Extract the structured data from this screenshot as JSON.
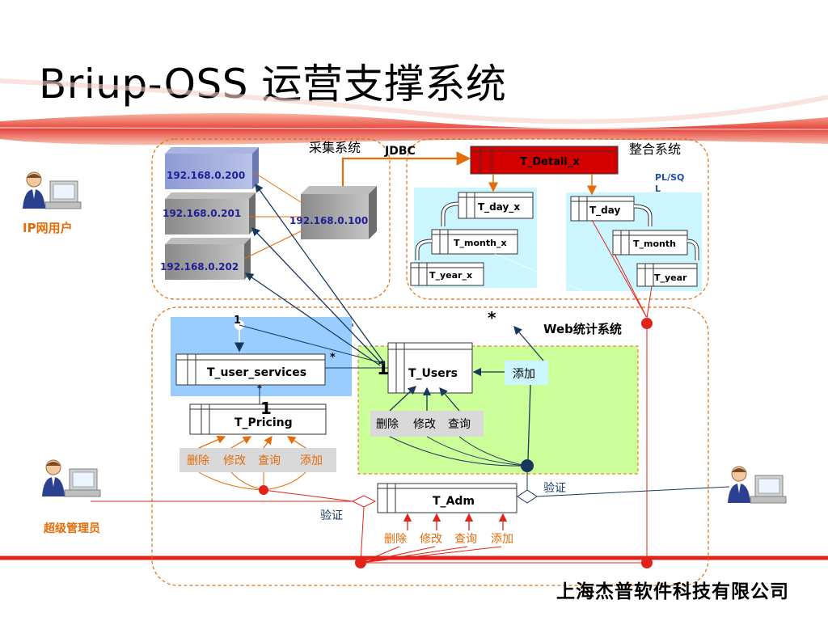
{
  "title": "Briup-OSS 运营支撑系统",
  "company": "上海杰普软件科技有限公司",
  "colors": {
    "accent_red": "#e2231a",
    "dark_blue": "#17375e",
    "orange": "#e46c0a",
    "purple_text": "#1f1f99"
  },
  "users": {
    "ip_user": "IP网用户",
    "super_admin": "超级管理员"
  },
  "collect": {
    "label": "采集系统",
    "jdbc": "JDBC",
    "servers": [
      "192.168.0.200",
      "192.168.0.201",
      "192.168.0.202"
    ],
    "central": "192.168.0.100"
  },
  "integrate": {
    "label": "整合系统",
    "detail": "T_Detail_x",
    "plsql": "PL/SQ",
    "plsql2": "L",
    "left_tables": [
      "T_day_x",
      "T_month_x",
      "T_year_x"
    ],
    "right_tables": [
      "T_day",
      "T_month",
      "T_year"
    ]
  },
  "web": {
    "label": "Web统计系统",
    "user_services": "T_user_services",
    "pricing": "T_Pricing",
    "users": "T_Users",
    "adm": "T_Adm",
    "add": "添加",
    "verify1": "验证",
    "verify2": "验证",
    "mult_one_a": "1",
    "mult_star_a": "*",
    "mult_star_b": "*",
    "mult_one_b": "1",
    "mult_one_c": "1",
    "mult_star_c": "*",
    "users_ops": [
      "删除",
      "修改",
      "查询"
    ],
    "pricing_ops": [
      "删除",
      "修改",
      "查询",
      "添加"
    ],
    "adm_ops": [
      "删除",
      "修改",
      "查询",
      "添加"
    ]
  }
}
